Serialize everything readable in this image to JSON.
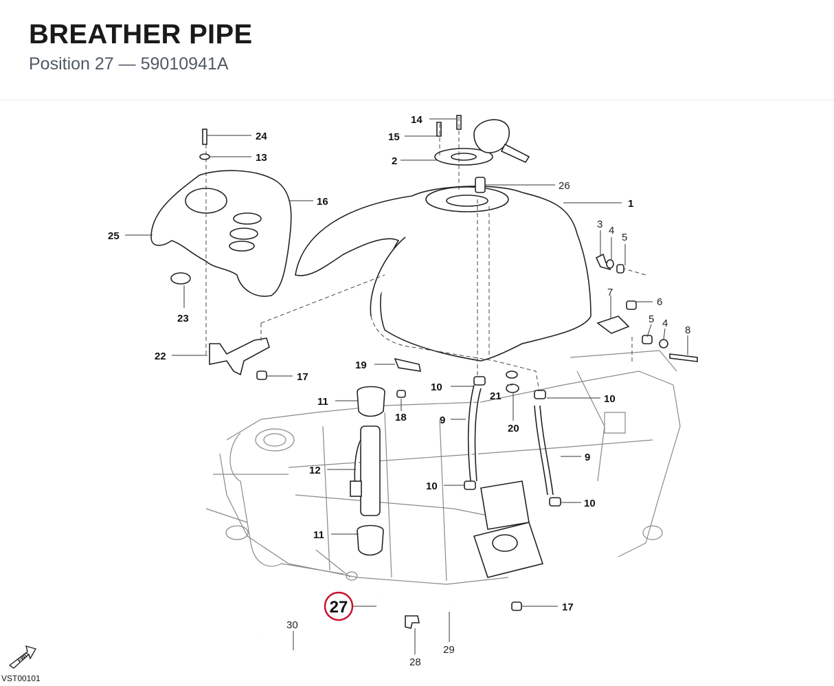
{
  "header": {
    "title": "BREATHER PIPE",
    "subtitle": "Position 27 — 59010941A"
  },
  "highlight": {
    "label": "27"
  },
  "diagram_code": "VST00101",
  "fwd_label": "FWD",
  "callouts": [
    {
      "id": "c14",
      "text": "14",
      "bold": true
    },
    {
      "id": "c15",
      "text": "15",
      "bold": true
    },
    {
      "id": "c2",
      "text": "2",
      "bold": true
    },
    {
      "id": "c26",
      "text": "26",
      "bold": false
    },
    {
      "id": "c1",
      "text": "1",
      "bold": true
    },
    {
      "id": "c24",
      "text": "24",
      "bold": true
    },
    {
      "id": "c13",
      "text": "13",
      "bold": true
    },
    {
      "id": "c16",
      "text": "16",
      "bold": true
    },
    {
      "id": "c25",
      "text": "25",
      "bold": true
    },
    {
      "id": "c23",
      "text": "23",
      "bold": true
    },
    {
      "id": "c22",
      "text": "22",
      "bold": true
    },
    {
      "id": "c17a",
      "text": "17",
      "bold": true
    },
    {
      "id": "c3",
      "text": "3",
      "bold": false
    },
    {
      "id": "c4a",
      "text": "4",
      "bold": false
    },
    {
      "id": "c5a",
      "text": "5",
      "bold": false
    },
    {
      "id": "c7",
      "text": "7",
      "bold": false
    },
    {
      "id": "c6",
      "text": "6",
      "bold": false
    },
    {
      "id": "c5b",
      "text": "5",
      "bold": false
    },
    {
      "id": "c4b",
      "text": "4",
      "bold": false
    },
    {
      "id": "c8",
      "text": "8",
      "bold": false
    },
    {
      "id": "c19",
      "text": "19",
      "bold": true
    },
    {
      "id": "c10a",
      "text": "10",
      "bold": true
    },
    {
      "id": "c21",
      "text": "21",
      "bold": true
    },
    {
      "id": "c10b",
      "text": "10",
      "bold": true
    },
    {
      "id": "c11a",
      "text": "11",
      "bold": true
    },
    {
      "id": "c18",
      "text": "18",
      "bold": true
    },
    {
      "id": "c9a",
      "text": "9",
      "bold": true
    },
    {
      "id": "c20",
      "text": "20",
      "bold": true
    },
    {
      "id": "c9b",
      "text": "9",
      "bold": true
    },
    {
      "id": "c12",
      "text": "12",
      "bold": true
    },
    {
      "id": "c10c",
      "text": "10",
      "bold": true
    },
    {
      "id": "c10d",
      "text": "10",
      "bold": true
    },
    {
      "id": "c11b",
      "text": "11",
      "bold": true
    },
    {
      "id": "c17b",
      "text": "17",
      "bold": true
    },
    {
      "id": "c30",
      "text": "30",
      "bold": false
    },
    {
      "id": "c28",
      "text": "28",
      "bold": false
    },
    {
      "id": "c29",
      "text": "29",
      "bold": false
    }
  ]
}
